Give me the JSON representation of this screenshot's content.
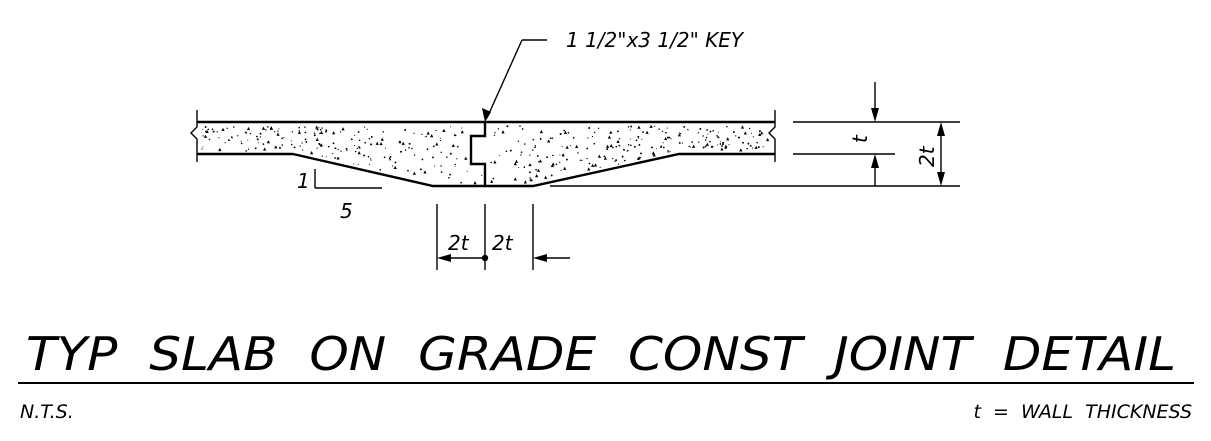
{
  "key_callout": "1  1/2\"x3  1/2\"  KEY",
  "slope": {
    "rise": "1",
    "run": "5"
  },
  "dims": {
    "left_2t": "2t",
    "right_2t": "2t",
    "t": "t",
    "total_2t": "2t"
  },
  "title": "TYP  SLAB  ON  GRADE  CONST  JOINT  DETAIL",
  "scale_note": "N.T.S.",
  "legend_note": "t  =  WALL  THICKNESS",
  "colors": {
    "ink": "#000000",
    "paper": "#ffffff"
  }
}
